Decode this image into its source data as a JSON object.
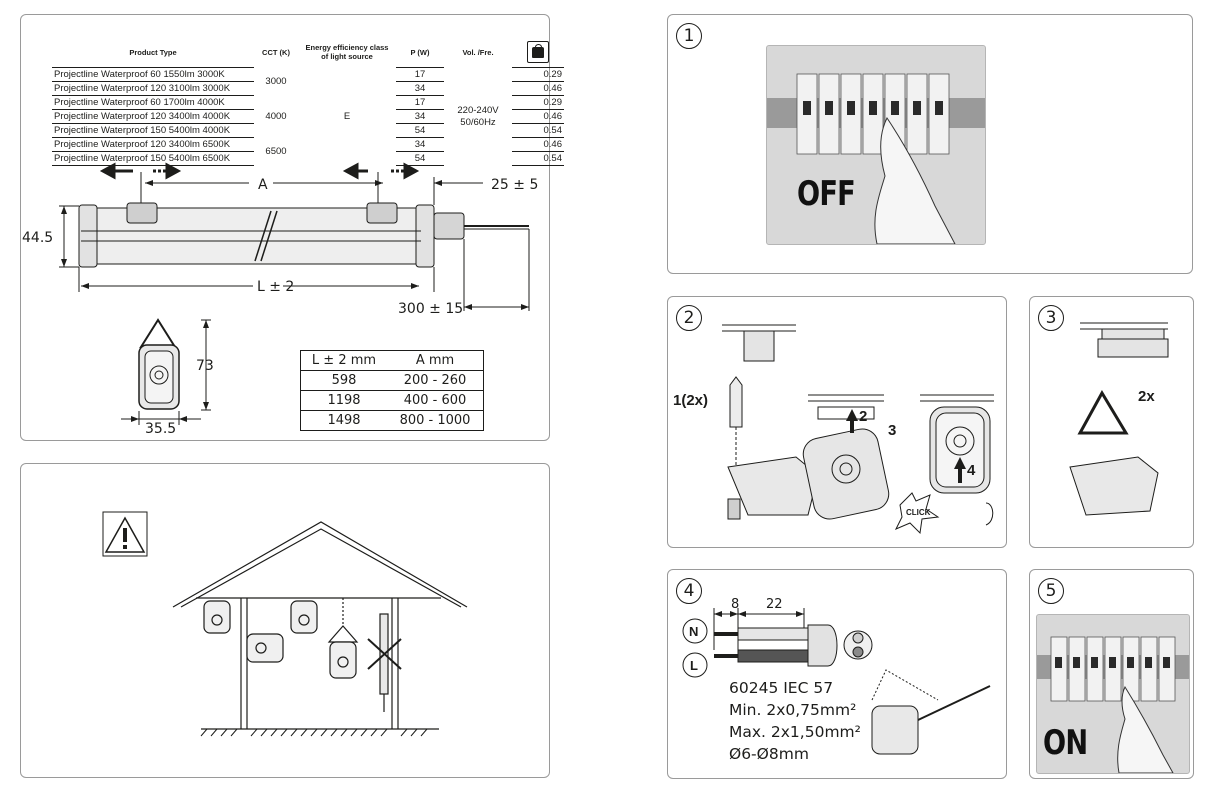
{
  "spec_table": {
    "headers": {
      "product_type": "Product Type",
      "cct": "CCT (K)",
      "energy_class_line1": "Energy efficiency class",
      "energy_class_line2": "of light source",
      "power": "P (W)",
      "voltage": "Vol. /Fre.",
      "weight_icon": "kg-weight-icon"
    },
    "rows": [
      {
        "type": "Projectline Waterproof 60 1550lm 3000K",
        "power": "17",
        "weight": "0.29"
      },
      {
        "type": "Projectline Waterproof 120 3100lm 3000K",
        "power": "34",
        "weight": "0.46"
      },
      {
        "type": "Projectline Waterproof 60 1700lm 4000K",
        "power": "17",
        "weight": "0.29"
      },
      {
        "type": "Projectline Waterproof 120 3400lm 4000K",
        "power": "34",
        "weight": "0.46"
      },
      {
        "type": "Projectline Waterproof 150 5400lm 4000K",
        "power": "54",
        "weight": "0.54"
      },
      {
        "type": "Projectline Waterproof 120 3400lm 6500K",
        "power": "34",
        "weight": "0.46"
      },
      {
        "type": "Projectline Waterproof 150 5400lm 6500K",
        "power": "54",
        "weight": "0.54"
      }
    ],
    "cct_groups": [
      "3000",
      "4000",
      "6500"
    ],
    "energy_class": "E",
    "voltage_line1": "220-240V",
    "voltage_line2": "50/60Hz"
  },
  "dimensions": {
    "spacing_label": "A",
    "cap_offset": "25 ± 5",
    "height": "44.5",
    "length_label": "L ± 2",
    "cable_length": "300 ± 15",
    "clip_height": "73",
    "clip_width": "35.5"
  },
  "dimension_table": {
    "headers": [
      "L ± 2 mm",
      "A mm"
    ],
    "rows": [
      [
        "598",
        "200 -  260"
      ],
      [
        "1198",
        "400 -  600"
      ],
      [
        "1498",
        "800 - 1000"
      ]
    ]
  },
  "steps": {
    "step1": {
      "number": "1",
      "label": "OFF"
    },
    "step2": {
      "number": "2",
      "anchor_label": "1(2x)",
      "arrow2": "2",
      "arrow3": "3",
      "arrow4": "4",
      "click_label": "CLICK"
    },
    "step3": {
      "number": "3",
      "label": "2x"
    },
    "step4": {
      "number": "4",
      "strip_short": "8",
      "strip_long": "22",
      "neutral": "N",
      "live": "L",
      "cable_spec": [
        "60245 IEC 57",
        "Min.  2x0,75mm²",
        "Max. 2x1,50mm²",
        "Ø6-Ø8mm"
      ]
    },
    "step5": {
      "number": "5",
      "label": "ON"
    }
  },
  "warning_icon": "warning-triangle-icon",
  "colors": {
    "line": "#1d1d1b",
    "panel_border": "#9a9a9a",
    "photo_bg": "#d8d8d8",
    "fixture_fill": "#e6e6e6"
  }
}
